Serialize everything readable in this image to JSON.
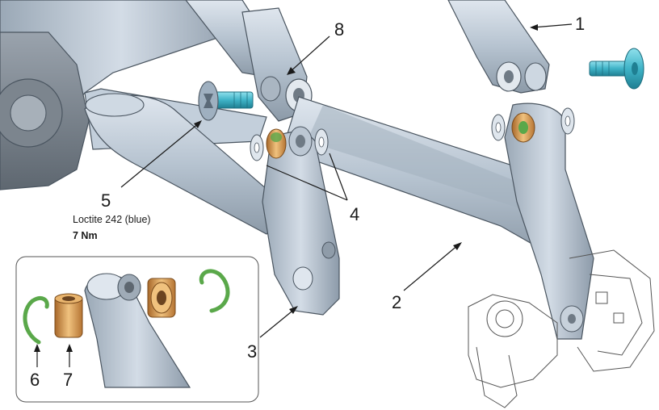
{
  "callouts": {
    "c1": "1",
    "c2": "2",
    "c3": "3",
    "c4": "4",
    "c5": "5",
    "c6": "6",
    "c7": "7",
    "c8": "8"
  },
  "note": {
    "adhesive": "Loctite 242 (blue)",
    "torque": "7 Nm"
  },
  "colors": {
    "frame": "#b9c6d3",
    "bolt": "#45b9cc",
    "bearing": "#d9a25a",
    "circlip": "#5aa84a"
  }
}
